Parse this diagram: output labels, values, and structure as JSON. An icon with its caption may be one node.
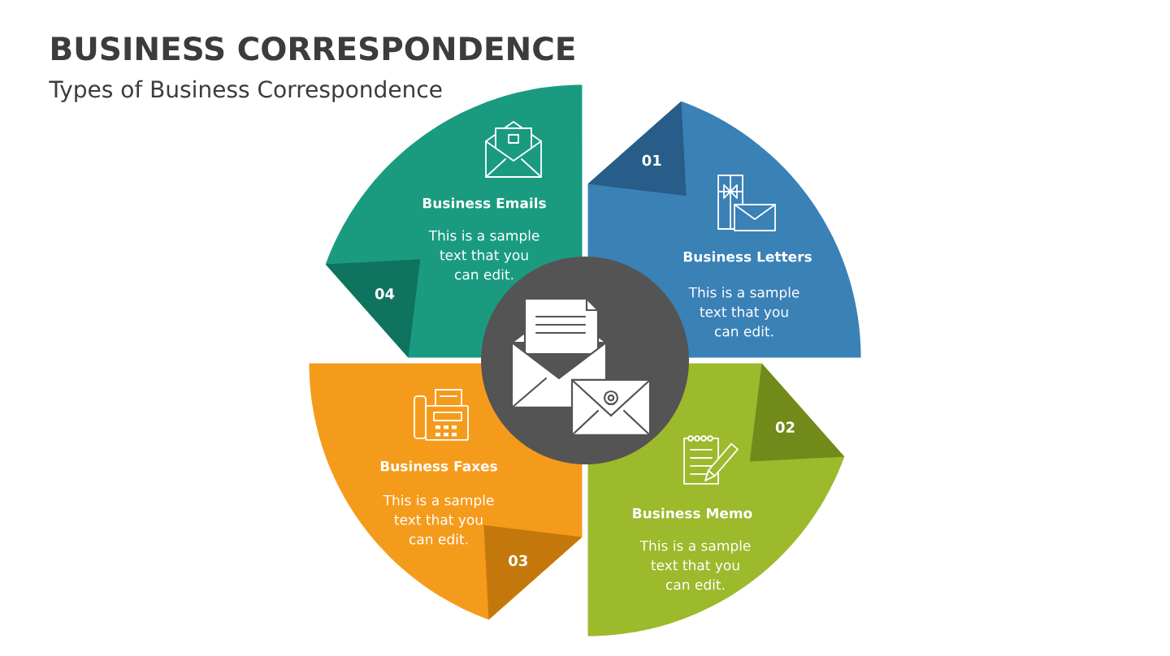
{
  "diagram": {
    "title": "BUSINESS CORRESPONDENCE",
    "nodes": [
      {
        "text": [
          "Business Letters",
          "This is a sample text that you can edit."
        ]
      },
      {
        "text": [
          "01"
        ],
        "in": 0
      },
      {
        "text": [
          "Business Memo",
          "This is a sample text that you can edit."
        ]
      },
      {
        "text": [
          "02"
        ],
        "in": 2
      },
      {
        "text": [
          "Business Faxes",
          "This is a sample text that you can edit."
        ]
      },
      {
        "text": [
          "03"
        ],
        "in": 4
      },
      {
        "text": [
          "Business Emails",
          "This is a sample text that you can edit."
        ]
      },
      {
        "text": [
          "04"
        ],
        "in": 6
      },
      {
        "text": [],
        "shape": "circle"
      }
    ],
    "labels": [
      "Types of Business Correspondence"
    ]
  }
}
